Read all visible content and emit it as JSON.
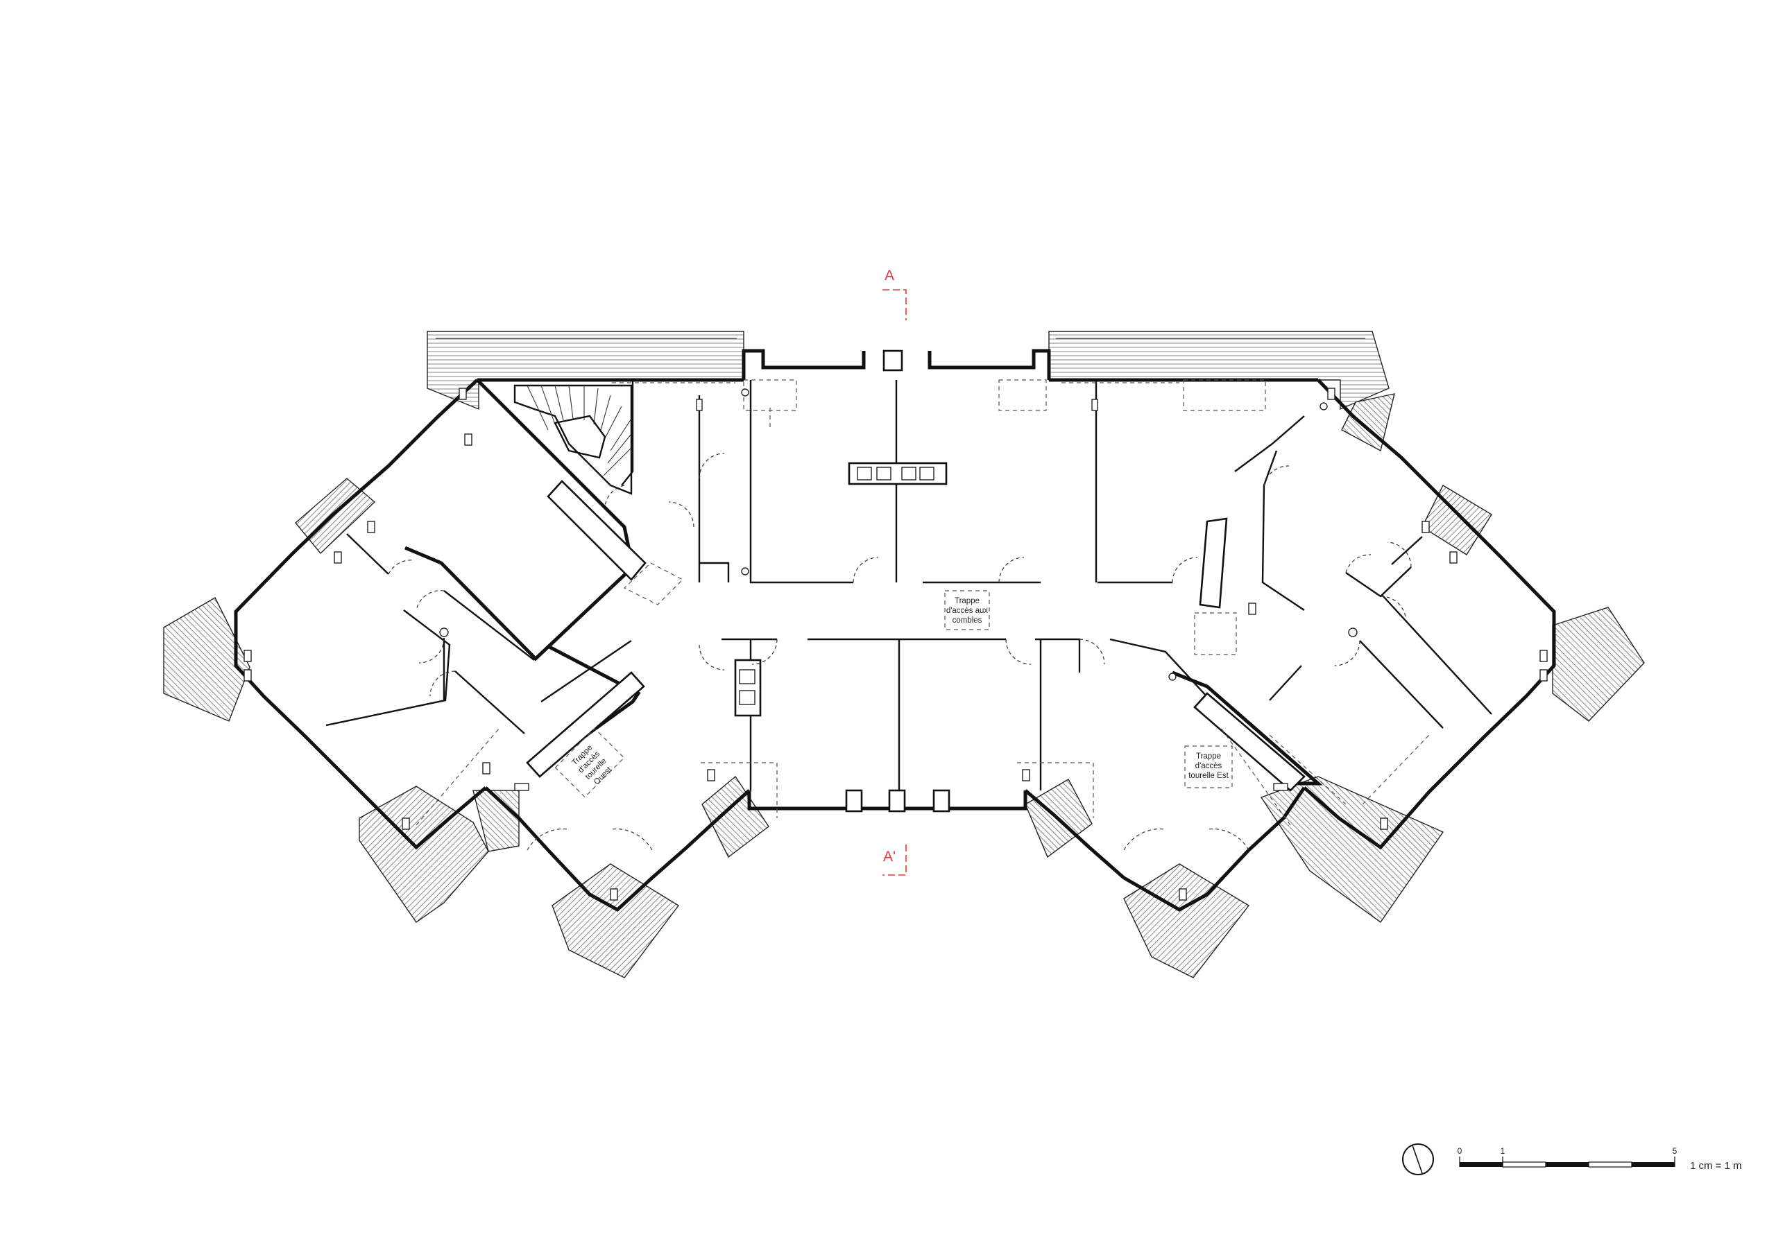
{
  "plan": {
    "section_top": "A",
    "section_bottom": "A'",
    "notes": {
      "combles": [
        "Trappe",
        "d'accès aux",
        "combles"
      ],
      "ouest": [
        "Trappe",
        "d'accès",
        "tourelle",
        "Ouest"
      ],
      "est": [
        "Trappe",
        "d'accès",
        "tourelle Est"
      ]
    }
  },
  "scale": {
    "tick_0": "0",
    "tick_1": "1",
    "tick_5": "5",
    "ratio": "1 cm = 1 m",
    "north_icon": "north-arrow-icon"
  },
  "colors": {
    "section_red": "#e03a3a",
    "ink": "#111111"
  }
}
